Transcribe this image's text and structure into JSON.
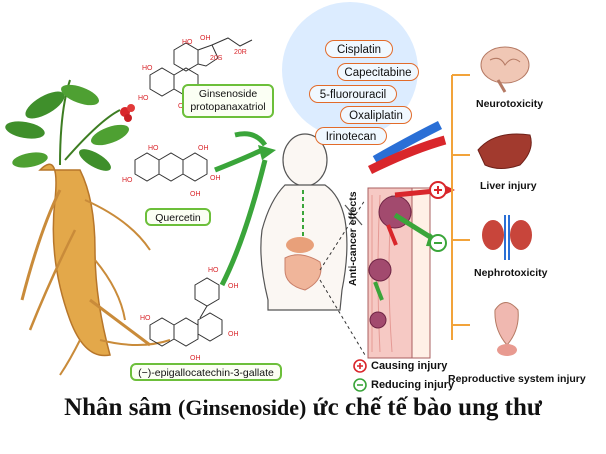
{
  "compounds": {
    "ginsenoside": "Ginsenoside protopanaxatriol",
    "quercetin": "Quercetin",
    "egcg": "(−)-epigallocatechin-3-gallate"
  },
  "drugs": [
    "Cisplatin",
    "Capecitabine",
    "5-fluorouracil",
    "Oxaliplatin",
    "Irinotecan"
  ],
  "organs": [
    "Neurotoxicity",
    "Liver injury",
    "Nephrotoxicity",
    "Reproductive system  injury"
  ],
  "anticancer_label": "Anti-cancer effects",
  "legend": {
    "causing": "Causing injury",
    "reducing": "Reducing injury"
  },
  "stereo_labels": {
    "c20": "20R",
    "c3": "20S"
  },
  "caption": {
    "main_a": "Nhân sâm ",
    "paren": "(Ginsenoside)",
    "main_b": " ức chế tế bào ung thư"
  },
  "colors": {
    "accent_green": "#3aa53a",
    "accent_red": "#d9262b",
    "box_border": "#6cbf3a",
    "drug_border": "#e26b2a"
  }
}
